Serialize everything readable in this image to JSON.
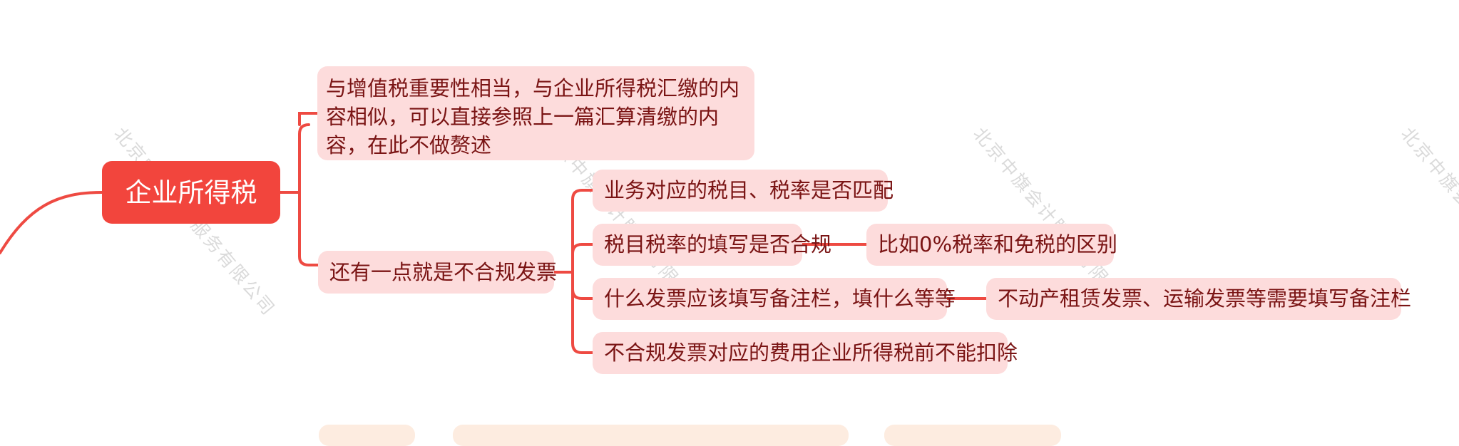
{
  "mindmap": {
    "root": {
      "label": "企业所得税"
    },
    "branches": [
      {
        "label": "与增值税重要性相当，与企业所得税汇缴的内容相似，可以直接参照上一篇汇算清缴的内容，在此不做赘述"
      },
      {
        "label": "还有一点就是不合规发票",
        "children": [
          {
            "label": "业务对应的税目、税率是否匹配"
          },
          {
            "label": "税目税率的填写是否合规",
            "children": [
              {
                "label": "比如0%税率和免税的区别"
              }
            ]
          },
          {
            "label": "什么发票应该填写备注栏，填什么等等",
            "children": [
              {
                "label": "不动产租赁发票、运输发票等需要填写备注栏"
              }
            ]
          },
          {
            "label": "不合规发票对应的费用企业所得税前不能扣除"
          }
        ]
      }
    ]
  },
  "watermark": {
    "text": "北京中旗会计服务有限公司"
  },
  "colors": {
    "root_fill": "#f2453d",
    "subnode_fill": "#fddcdc",
    "subnode_text": "#7a1414",
    "connector": "#ee4a42",
    "next_section_fill": "#fdece0"
  }
}
